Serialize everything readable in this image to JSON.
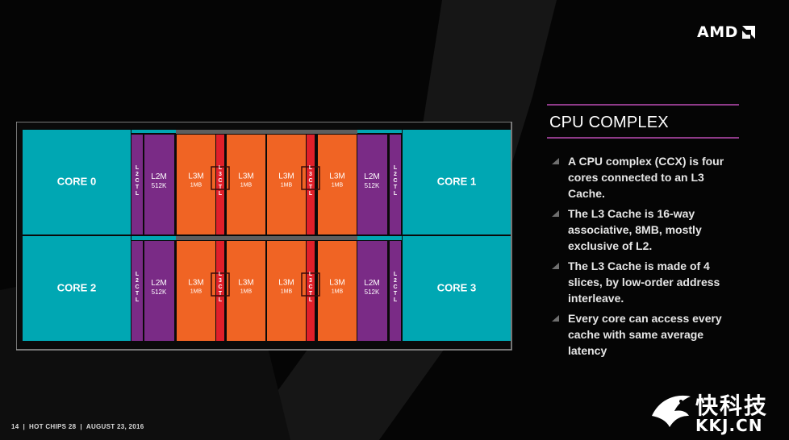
{
  "brand": {
    "logo_text": "AMD"
  },
  "section": {
    "title": "CPU COMPLEX"
  },
  "bullets": [
    "A CPU complex (CCX) is four cores connected to an L3 Cache.",
    "The L3 Cache is 16-way associative, 8MB, mostly exclusive of L2.",
    "The L3 Cache is made of 4 slices, by low-order address interleave.",
    "Every core can access every cache with same average latency"
  ],
  "diagram": {
    "cores": [
      "CORE 0",
      "CORE 1",
      "CORE 2",
      "CORE 3"
    ],
    "l2": {
      "label": "L2M",
      "size": "512K",
      "ctl": "L2CTL"
    },
    "l3": {
      "label": "L3M",
      "size": "1MB",
      "ctl": "L3CTL"
    }
  },
  "colors": {
    "core": "#00a7b3",
    "l2": "#7a2b86",
    "l3": "#f06424",
    "l3ctl": "#e0202a",
    "accent_rule": "#8e3a88"
  },
  "footer": {
    "page": "14",
    "event": "HOT CHIPS 28",
    "date": "AUGUST 23, 2016"
  },
  "watermark": {
    "cn": "快科技",
    "en": "KKJ.CN"
  }
}
